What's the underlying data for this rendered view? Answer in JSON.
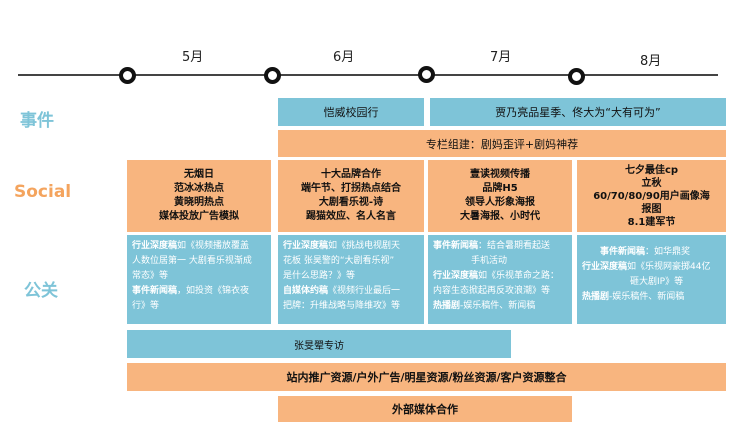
{
  "months": [
    "5月",
    "6月",
    "7月",
    "8月"
  ],
  "rows": {
    "events": "事件",
    "social": "Social",
    "pr": "公关"
  },
  "events": {
    "e1": "恺威校园行",
    "e2": "贾乃亮品星季、佟大为“大有可为”",
    "column": "专栏组建：剧妈歪评+剧妈神荐"
  },
  "social": [
    [
      "无烟日",
      "范冰冰热点",
      "黄晓明热点",
      "媒体投放广告模拟"
    ],
    [
      "十大品牌合作",
      "端午节、打拐热点结合",
      "大剧看乐视-诗",
      "踢猫效应、名人名言"
    ],
    [
      "壹读视频传播",
      "品牌H5",
      "领导人形象海报",
      "大暑海报、小时代"
    ],
    [
      "七夕最佳cp",
      "立秋",
      "60/70/80/90用户画像海",
      "报图",
      "8.1建军节"
    ]
  ],
  "pr": [
    [
      {
        "k": "行业深度稿",
        "t": "如《视频播放覆盖"
      },
      {
        "k": "",
        "t": "人数位居第一 大剧看乐视渐成"
      },
      {
        "k": "",
        "t": "常态》等"
      },
      {
        "k": "事件新闻稿",
        "t": "，如投资《锦衣夜"
      },
      {
        "k": "",
        "t": "行》等"
      }
    ],
    [
      {
        "k": "行业深度稿",
        "t": "如《挑战电视剧天"
      },
      {
        "k": "",
        "t": "花板 张昊警的“大剧看乐视”"
      },
      {
        "k": "",
        "t": "是什么思路？》等"
      },
      {
        "k": "自媒体约稿",
        "t": "《视频行业最后一"
      },
      {
        "k": "",
        "t": "把牌：升维战略与降维攻》等"
      }
    ],
    [
      {
        "k": "事件新闻稿",
        "t": "：结合暑期看起送"
      },
      {
        "k": "",
        "t": "手机活动"
      },
      {
        "k": "行业深度稿",
        "t": "如《乐视革命之路："
      },
      {
        "k": "",
        "t": "内容生态掀起再反攻浪潮》等"
      },
      {
        "k": "热播剧",
        "t": "-娱乐稿件、新闻稿"
      }
    ],
    [
      {
        "k": "事件新闻稿",
        "t": "：如华鼎奖"
      },
      {
        "k": "行业深度稿",
        "t": "如《乐视网豪掷44亿"
      },
      {
        "k": "",
        "t": "砸大剧IP》等"
      },
      {
        "k": "热播剧",
        "t": "-娱乐稿件、新闻稿"
      }
    ]
  ],
  "bars": {
    "b1": "张旻翚专访",
    "b2": "站内推广资源/户外广告/明星资源/粉丝资源/客户资源整合",
    "b3": "外部媒体合作"
  },
  "colors": {
    "blue": "#7ec4d8",
    "orange": "#f8b57f"
  }
}
